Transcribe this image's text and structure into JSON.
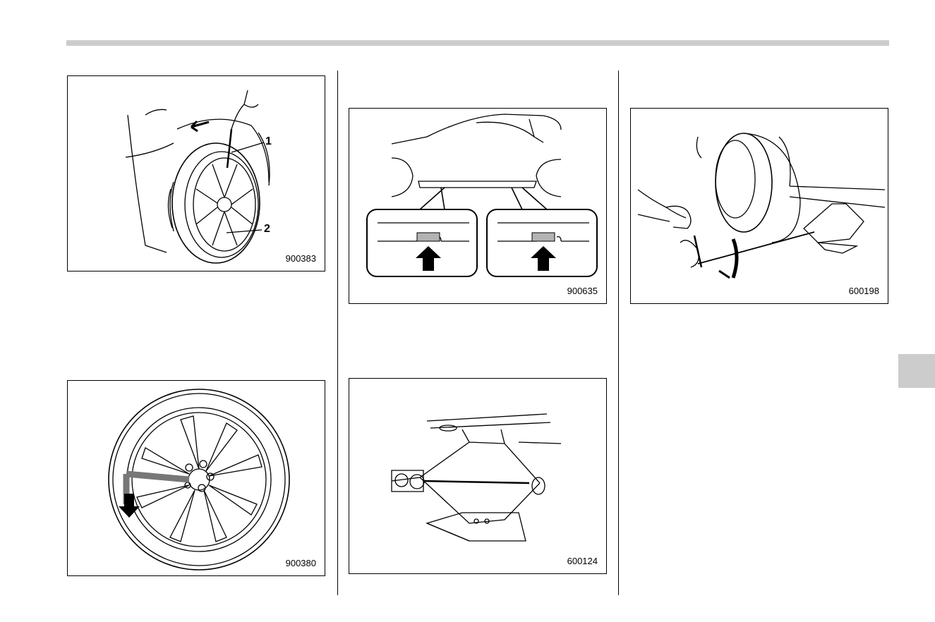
{
  "figures": [
    {
      "code": "900383",
      "callouts": [
        "1",
        "2"
      ]
    },
    {
      "code": "900380"
    },
    {
      "code": "900635"
    },
    {
      "code": "600124"
    },
    {
      "code": "600198"
    }
  ],
  "colors": {
    "rule": "#cccccc",
    "line": "#000000",
    "highlight": "#b3b3b3"
  }
}
